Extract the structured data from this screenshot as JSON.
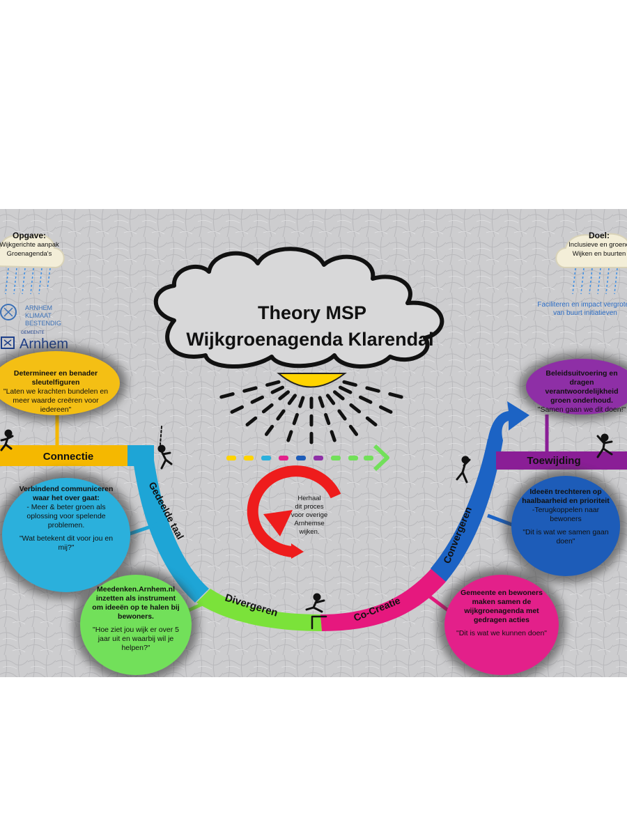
{
  "title": {
    "line1": "Theory MSP",
    "line2": "Wijkgroenagenda Klarendal"
  },
  "left_cloud": {
    "heading": "Opgave:",
    "line1": "Wijkgerichte aanpak",
    "line2": "Groenagenda's"
  },
  "right_cloud": {
    "heading": "Doel:",
    "line1": "Inclusieve en groene",
    "line2": "Wijken en buurten"
  },
  "right_note": {
    "line1": "Faciliteren en impact vergroten",
    "line2": "van buurt initiatieven"
  },
  "logos": {
    "klimaat": [
      "ARNHEM",
      "KLIMAAT",
      "BESTENDIG"
    ],
    "gemeente_small": "GEMEENTE",
    "gemeente": "Arnhem"
  },
  "loop_text": [
    "Herhaal",
    "dit proces",
    "voor overige",
    "Arnhemse",
    "wijken."
  ],
  "stages": {
    "connectie": "Connectie",
    "gedeelde_taal": "Gedeelde taal",
    "divergeren": "Divergeren",
    "co_creatie": "Co-Creatie",
    "convergeren": "Convergeren",
    "toewijding": "Toewijding"
  },
  "blobs": {
    "yellow": {
      "bold": "Determineer en benader sleutelfiguren",
      "text": "\"Laten we krachten bundelen en meer waarde creëren voor iedereen\""
    },
    "cyan": {
      "bold": "Verbindend communiceren waar het over gaat:",
      "text": "- Meer & beter groen als oplossing voor spelende problemen.",
      "quote": "\"Wat betekent dit voor jou en mij?\""
    },
    "green": {
      "bold": "Meedenken.Arnhem.nl inzetten als instrument om ideeën op te halen bij bewoners.",
      "quote": "\"Hoe ziet jou wijk er over 5 jaar uit en waarbij wil je helpen?\""
    },
    "purple": {
      "bold": "Beleidsuitvoering en dragen verantwoordelijkheid groen onderhoud.",
      "text": "\"Samen gaan we dit doen!\""
    },
    "navy": {
      "bold": "Ideeën trechteren op haalbaarheid en prioriteit",
      "text": "-Terugkoppelen naar bewoners",
      "quote": "\"Dit is wat we samen gaan doen\""
    },
    "magenta": {
      "bold": "Gemeente en bewoners maken samen de wijkgroenagenda met gedragen acties",
      "quote": "\"Dit is wat we kunnen doen\""
    }
  },
  "colors": {
    "connectie": "#f5b800",
    "gedeelde_taal": "#1ea5d6",
    "divergeren": "#7be23a",
    "co_creatie": "#e6187e",
    "convergeren": "#1c63c4",
    "toewijding": "#8a1e96",
    "yellow_blob": "#f4bf14",
    "cyan_blob": "#2bb0dc",
    "green_blob": "#72e05a",
    "purple_blob": "#8e2fa6",
    "navy_blob": "#1d5cb8",
    "magenta_blob": "#e3208a",
    "loop_arrow": "#ee1c1c",
    "sun": "#ffd400"
  },
  "icons": [
    "cloud-icon",
    "rain-icon",
    "sun-icon",
    "climber-icon",
    "runner-icon",
    "hurdler-icon",
    "cheering-person-icon",
    "loop-arrow-icon",
    "dotted-arrow-icon"
  ]
}
